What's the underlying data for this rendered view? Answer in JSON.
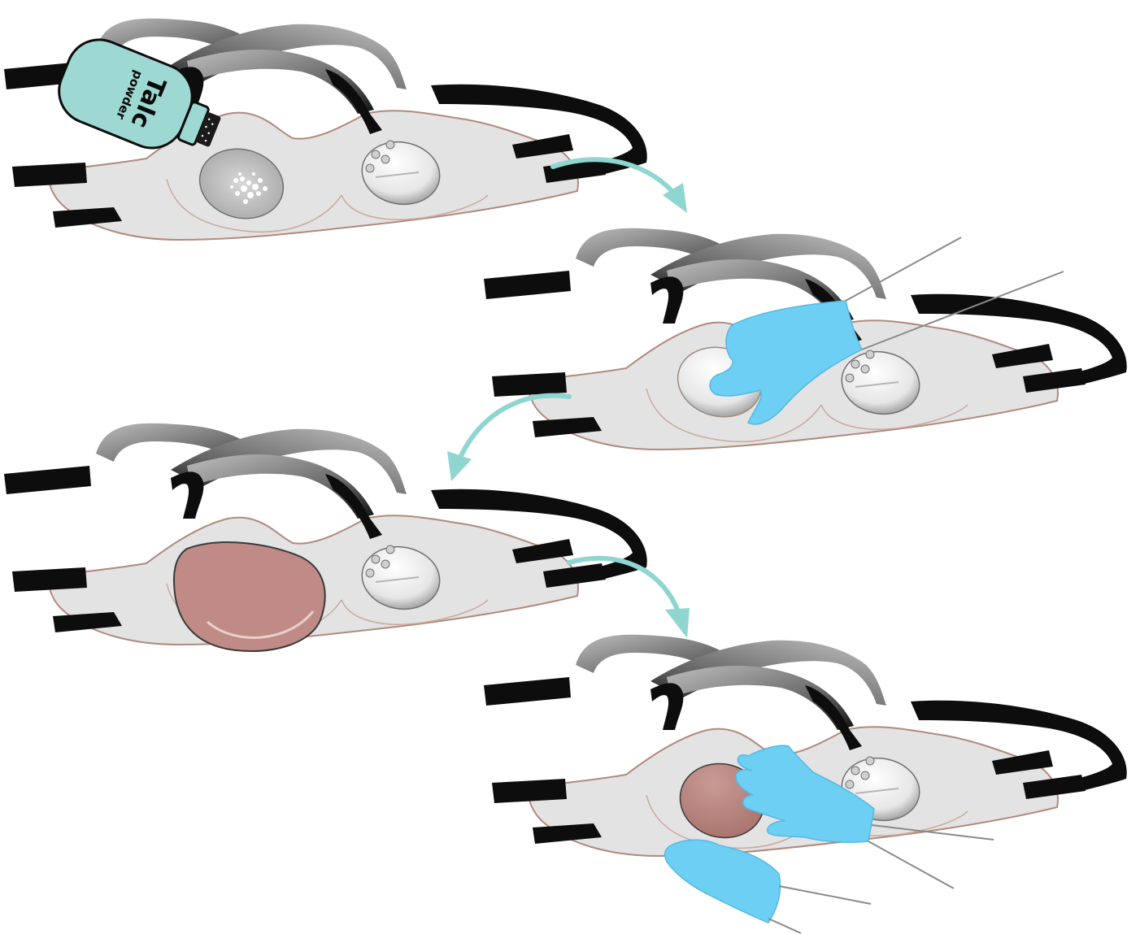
{
  "bottle": {
    "label_main": "Talc",
    "label_sub": "powder"
  },
  "colors": {
    "body_fill": "#e3e3e3",
    "body_outline": "#b08a7d",
    "strap": "#0d0d0d",
    "glove": "#6ecff4",
    "glove_outline": "#56b8e0",
    "arrow": "#8fd5d0",
    "bottle_fill": "#9ed8d2",
    "prosthesis": "#c08b86",
    "cup_fill": "#f0f0f0"
  },
  "steps": [
    {
      "name": "apply-powder"
    },
    {
      "name": "smooth-powder"
    },
    {
      "name": "insert-prosthesis"
    },
    {
      "name": "position-prosthesis"
    }
  ]
}
